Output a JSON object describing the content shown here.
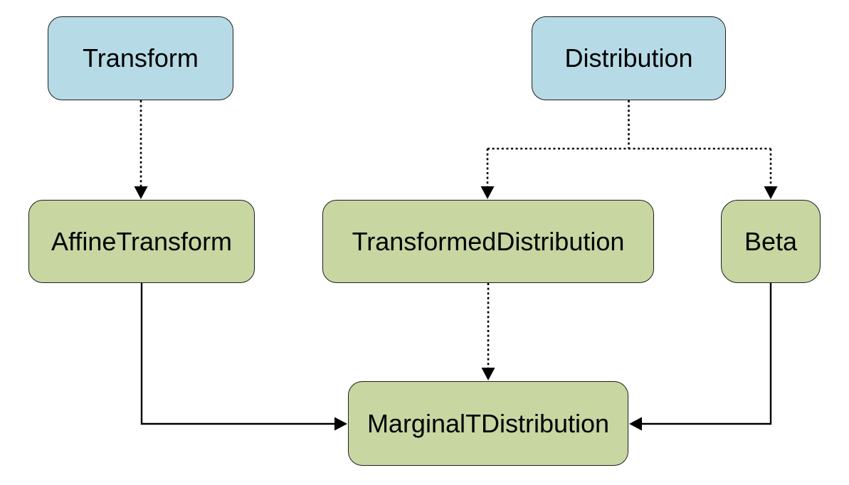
{
  "diagram": {
    "description": "Class hierarchy diagram",
    "nodes": [
      {
        "id": "transform",
        "label": "Transform",
        "kind": "base"
      },
      {
        "id": "distribution",
        "label": "Distribution",
        "kind": "base"
      },
      {
        "id": "affine-transform",
        "label": "AffineTransform",
        "kind": "derived"
      },
      {
        "id": "transformed-distribution",
        "label": "TransformedDistribution",
        "kind": "derived"
      },
      {
        "id": "beta",
        "label": "Beta",
        "kind": "derived"
      },
      {
        "id": "marginal-t-distribution",
        "label": "MarginalTDistribution",
        "kind": "derived"
      }
    ],
    "edges": [
      {
        "from": "transform",
        "to": "affine-transform",
        "style": "dotted-arrow"
      },
      {
        "from": "distribution",
        "to": "transformed-distribution",
        "style": "dotted-arrow"
      },
      {
        "from": "distribution",
        "to": "beta",
        "style": "dotted-arrow"
      },
      {
        "from": "transformed-distribution",
        "to": "marginal-t-distribution",
        "style": "dotted-arrow"
      },
      {
        "from": "affine-transform",
        "to": "marginal-t-distribution",
        "style": "solid-arrow"
      },
      {
        "from": "beta",
        "to": "marginal-t-distribution",
        "style": "solid-arrow"
      }
    ],
    "colors": {
      "base_fill": "#b6dbe6",
      "derived_fill": "#c8d6a2",
      "border": "#1e1e1e",
      "arrow": "#000000",
      "background": "#ffffff"
    }
  }
}
